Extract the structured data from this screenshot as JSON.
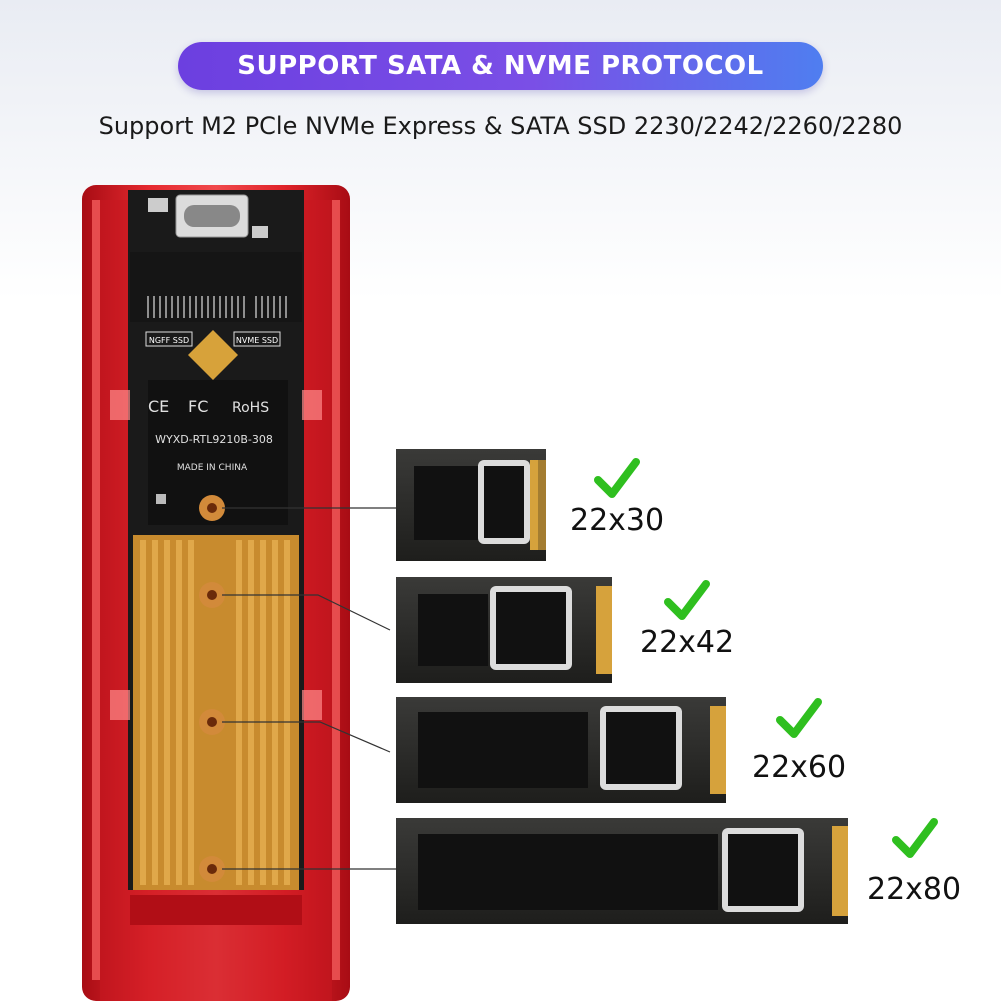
{
  "header": {
    "banner_text": "SUPPORT SATA & NVME PROTOCOL",
    "subtitle": "Support M2 PCle NVMe Express & SATA SSD 2230/2242/2260/2280"
  },
  "enclosure": {
    "color": "#d8121c",
    "pcb_label_left": "NGFF SSD",
    "pcb_label_right": "NVME SSD",
    "cert_ce": "CE",
    "cert_fc": "FC",
    "cert_rohs": "RoHS",
    "model": "WYXD-RTL9210B-308",
    "origin": "MADE IN CHINA"
  },
  "ssd_sizes": [
    {
      "label": "22x30"
    },
    {
      "label": "22x42"
    },
    {
      "label": "22x60"
    },
    {
      "label": "22x80"
    }
  ],
  "colors": {
    "check_green": "#2fbf1f",
    "gold": "#d19a34",
    "pcb_black": "#1c1c1c"
  },
  "icons": [
    "check-icon",
    "usb-c-port-icon",
    "screw-hole-icon"
  ]
}
